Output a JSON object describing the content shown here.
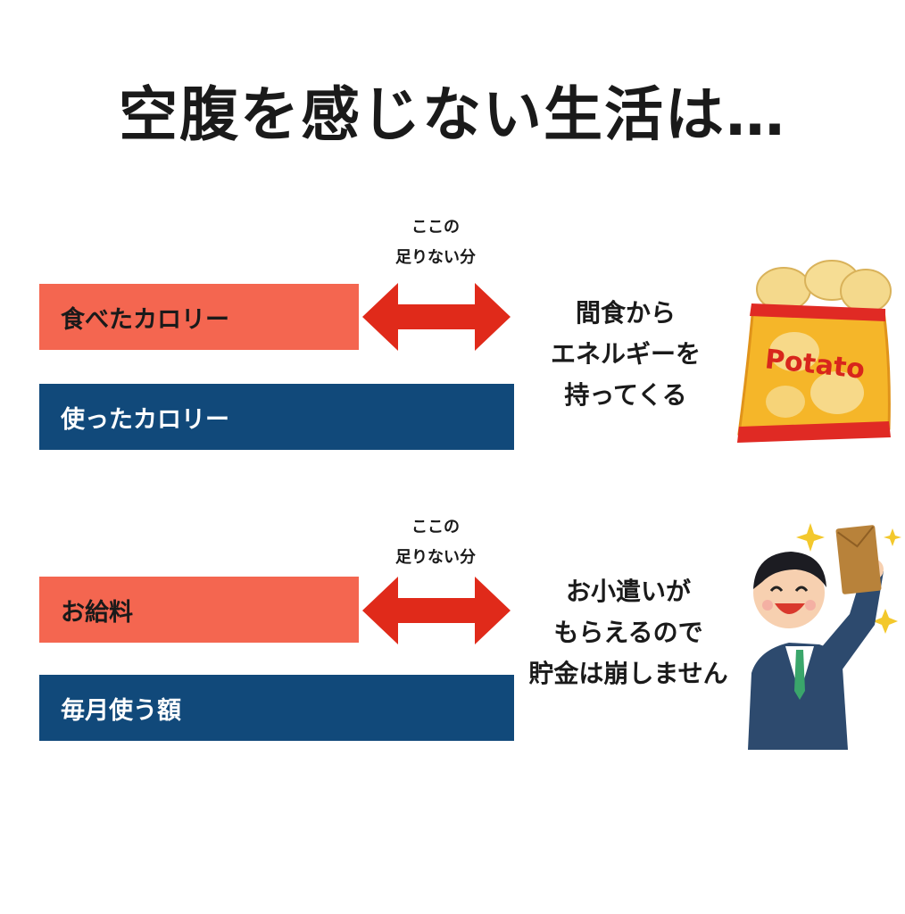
{
  "title": "空腹を感じない生活は…",
  "sections": [
    {
      "gap_label": [
        "ここの",
        "足りない分"
      ],
      "short_bar": "食べたカロリー",
      "long_bar": "使ったカロリー",
      "note": [
        "間食から",
        "エネルギーを",
        "持ってくる"
      ],
      "illustration": {
        "icon": "potato-chips-bag-icon",
        "text": "Potato"
      }
    },
    {
      "gap_label": [
        "ここの",
        "足りない分"
      ],
      "short_bar": "お給料",
      "long_bar": "毎月使う額",
      "note": [
        "お小遣いが",
        "もらえるので",
        "貯金は崩しません"
      ],
      "illustration": {
        "icon": "businessman-with-envelope-icon"
      }
    }
  ],
  "colors": {
    "short_bar": "#f46650",
    "long_bar": "#11497a",
    "arrow": "#e02a1a"
  }
}
